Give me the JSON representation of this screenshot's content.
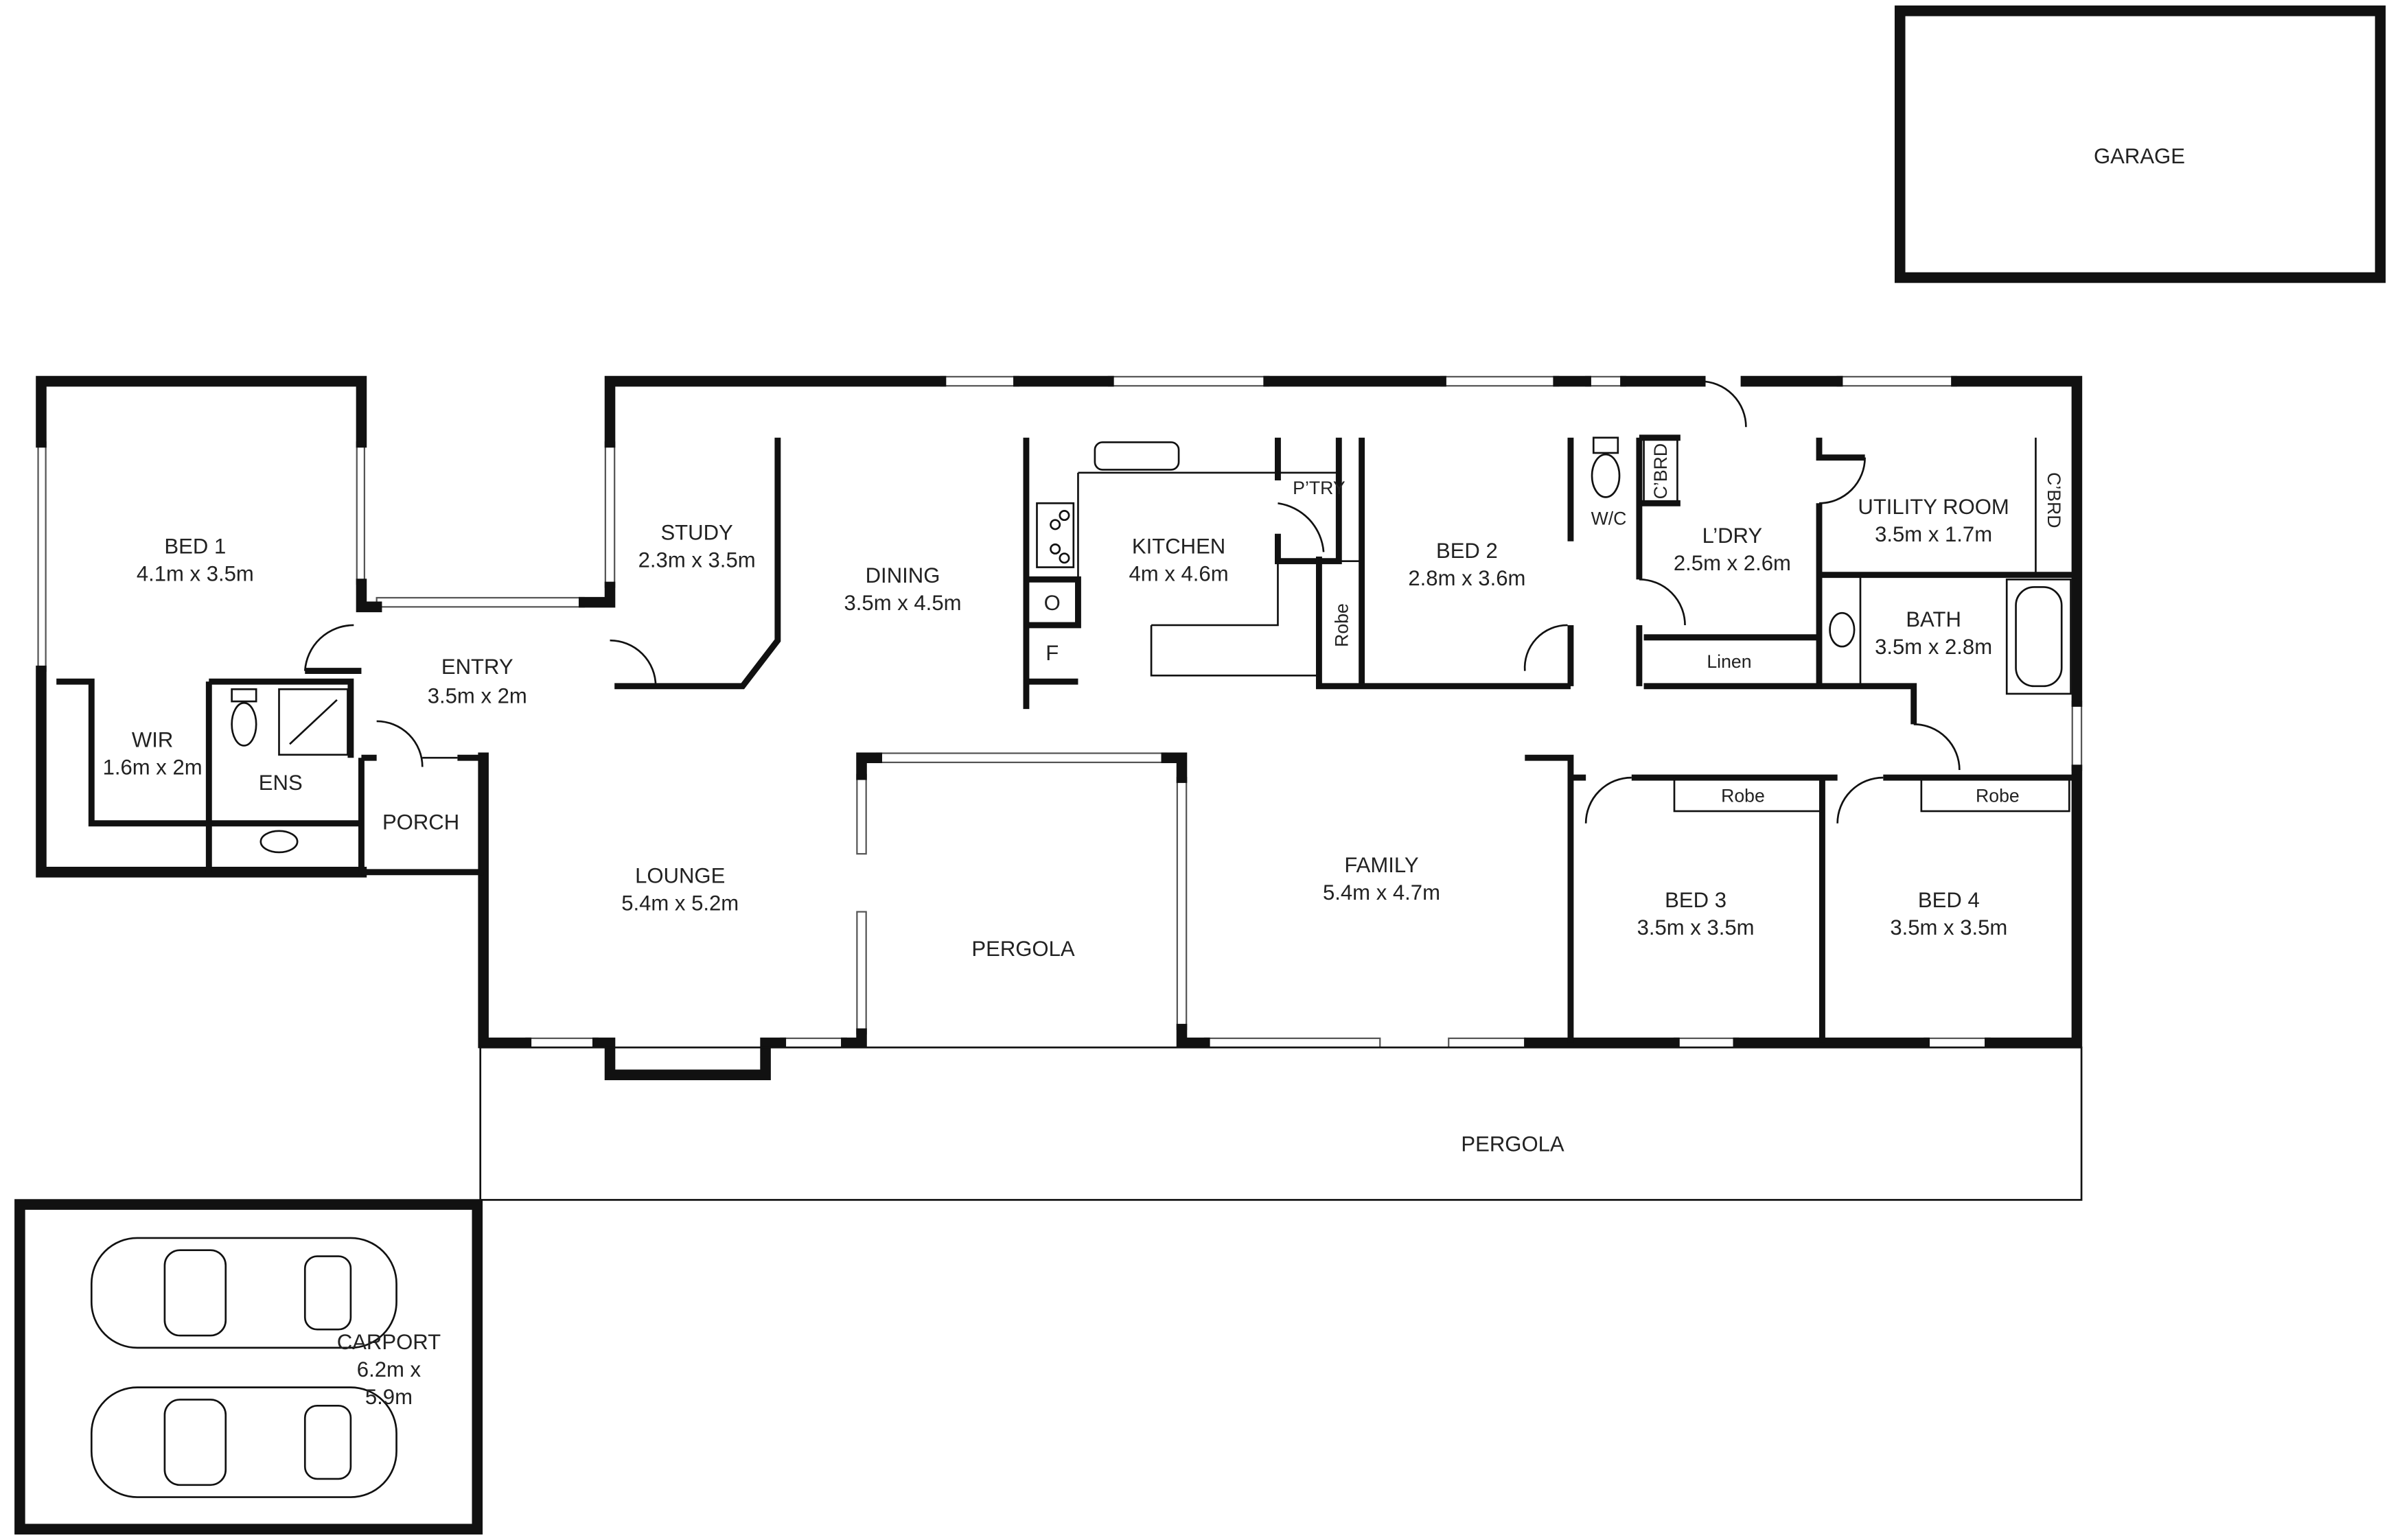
{
  "plan": {
    "garage": {
      "name": "GARAGE"
    },
    "bed1": {
      "name": "BED 1",
      "dims": "4.1m x 3.5m"
    },
    "wir": {
      "name": "WIR",
      "dims": "1.6m x 2m"
    },
    "ens": {
      "name": "ENS"
    },
    "porch": {
      "name": "PORCH"
    },
    "entry": {
      "name": "ENTRY",
      "dims": "3.5m x 2m"
    },
    "study": {
      "name": "STUDY",
      "dims": "2.3m x 3.5m"
    },
    "dining": {
      "name": "DINING",
      "dims": "3.5m x 4.5m"
    },
    "kitchen": {
      "name": "KITCHEN",
      "dims": "4m x 4.6m"
    },
    "pantry": {
      "name": "P’TRY"
    },
    "oven": {
      "name": "O"
    },
    "fridge": {
      "name": "F"
    },
    "bed2": {
      "name": "BED 2",
      "dims": "2.8m x 3.6m"
    },
    "bed2_robe": {
      "name": "Robe"
    },
    "wc": {
      "name": "W/C"
    },
    "cbrd1": {
      "name": "C’BRD"
    },
    "laundry": {
      "name": "L’DRY",
      "dims": "2.5m x 2.6m"
    },
    "linen": {
      "name": "Linen"
    },
    "utility": {
      "name": "UTILITY ROOM",
      "dims": "3.5m x 1.7m"
    },
    "cbrd2": {
      "name": "C’BRD"
    },
    "bath": {
      "name": "BATH",
      "dims": "3.5m x 2.8m"
    },
    "lounge": {
      "name": "LOUNGE",
      "dims": "5.4m x 5.2m"
    },
    "pergola_inner": {
      "name": "PERGOLA"
    },
    "family": {
      "name": "FAMILY",
      "dims": "5.4m x 4.7m"
    },
    "bed3": {
      "name": "BED 3",
      "dims": "3.5m x 3.5m"
    },
    "bed3_robe": {
      "name": "Robe"
    },
    "bed4": {
      "name": "BED 4",
      "dims": "3.5m x 3.5m"
    },
    "bed4_robe": {
      "name": "Robe"
    },
    "pergola_rear": {
      "name": "PERGOLA"
    },
    "carport": {
      "name": "CARPORT",
      "dims1": "6.2m x",
      "dims2": "5.9m"
    }
  }
}
